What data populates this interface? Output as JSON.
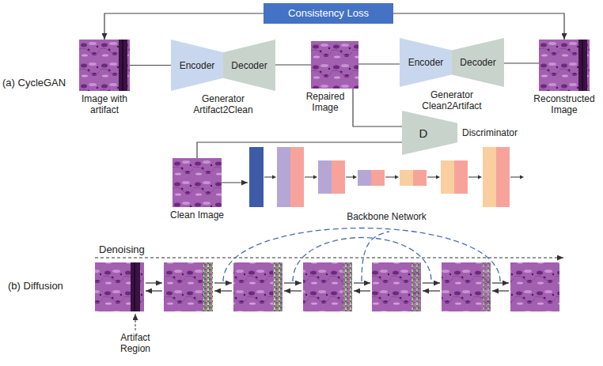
{
  "diagram": {
    "nodes": [
      {
        "text": [
          "Consistency Loss"
        ]
      },
      {
        "text": [
          "Image with artifact"
        ]
      },
      {
        "text": [
          "Generator Artifact2Clean"
        ]
      },
      {
        "text": [
          "Encoder"
        ],
        "in": 2
      },
      {
        "text": [
          "Decoder"
        ],
        "in": 2
      },
      {
        "text": [
          "Repaired Image"
        ]
      },
      {
        "text": [
          "Generator Clean2Artifact"
        ]
      },
      {
        "text": [
          "Encoder"
        ],
        "in": 6
      },
      {
        "text": [
          "Decoder"
        ],
        "in": 6
      },
      {
        "text": [
          "Reconstructed Image"
        ]
      },
      {
        "text": [
          "D",
          "Discriminator"
        ]
      },
      {
        "text": [
          "Clean Image"
        ]
      },
      {
        "text": [
          "Backbone Network"
        ]
      }
    ],
    "edges": [
      {
        "from": 0,
        "to": 1,
        "arrow": "to"
      },
      {
        "from": 0,
        "to": 9,
        "arrow": "to"
      },
      {
        "from": 1,
        "to": 3,
        "arrow": "none"
      },
      {
        "from": 4,
        "to": 5,
        "arrow": "none"
      },
      {
        "from": 5,
        "to": 7,
        "arrow": "none"
      },
      {
        "from": 8,
        "to": 9,
        "arrow": "none"
      },
      {
        "from": 5,
        "to": 10,
        "arrow": "none"
      },
      {
        "from": 11,
        "to": 10,
        "arrow": "none"
      },
      {
        "from": 11,
        "to": 12,
        "arrow": "to"
      }
    ],
    "labels": [
      "(a) CycleGAN",
      "(b) Diffusion",
      "Denoising",
      "Artifact Region"
    ]
  }
}
